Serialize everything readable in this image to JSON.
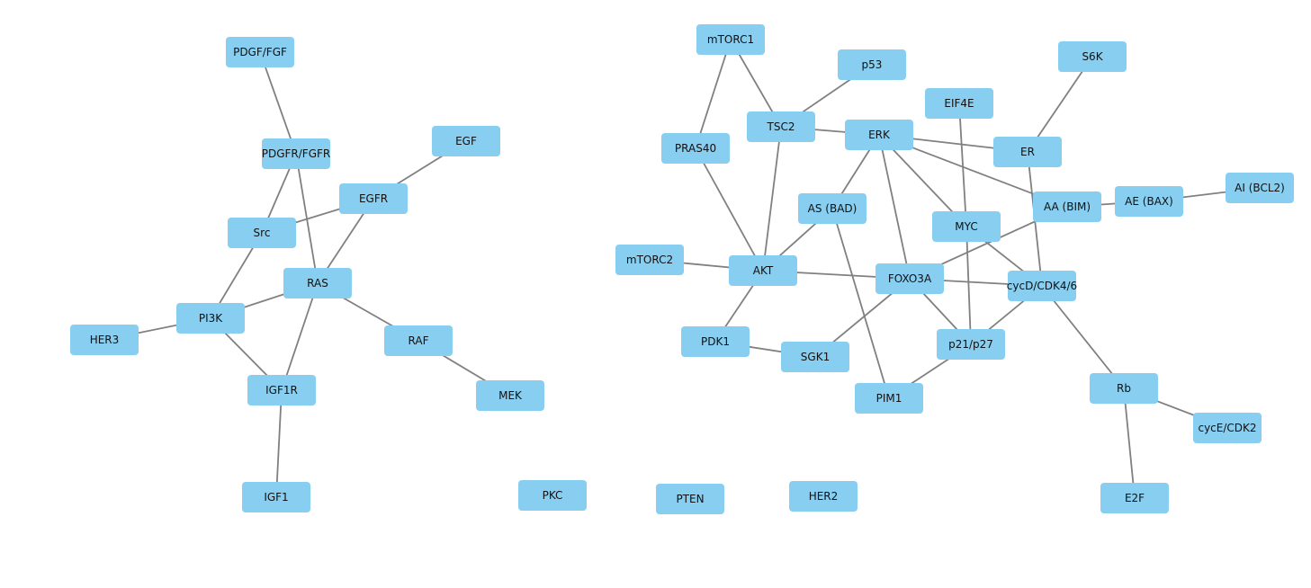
{
  "graph": {
    "node_color": "#87cef0",
    "edge_color": "#808080",
    "nodes": [
      {
        "id": "PDGF/FGF"
      },
      {
        "id": "PDGFR/FGFR"
      },
      {
        "id": "EGF"
      },
      {
        "id": "EGFR"
      },
      {
        "id": "Src"
      },
      {
        "id": "RAS"
      },
      {
        "id": "PI3K"
      },
      {
        "id": "HER3"
      },
      {
        "id": "RAF"
      },
      {
        "id": "MEK"
      },
      {
        "id": "IGF1R"
      },
      {
        "id": "IGF1"
      },
      {
        "id": "PKC"
      },
      {
        "id": "PTEN"
      },
      {
        "id": "HER2"
      },
      {
        "id": "mTORC1"
      },
      {
        "id": "p53"
      },
      {
        "id": "S6K"
      },
      {
        "id": "EIF4E"
      },
      {
        "id": "PRAS40"
      },
      {
        "id": "TSC2"
      },
      {
        "id": "ERK"
      },
      {
        "id": "ER"
      },
      {
        "id": "AS (BAD)"
      },
      {
        "id": "MYC"
      },
      {
        "id": "AA (BIM)"
      },
      {
        "id": "AE (BAX)"
      },
      {
        "id": "AI (BCL2)"
      },
      {
        "id": "mTORC2"
      },
      {
        "id": "AKT"
      },
      {
        "id": "FOXO3A"
      },
      {
        "id": "cycD/CDK4/6"
      },
      {
        "id": "PDK1"
      },
      {
        "id": "SGK1"
      },
      {
        "id": "p21/p27"
      },
      {
        "id": "PIM1"
      },
      {
        "id": "Rb"
      },
      {
        "id": "cycE/CDK2"
      },
      {
        "id": "E2F"
      }
    ],
    "edges": [
      [
        "PDGF/FGF",
        "PDGFR/FGFR"
      ],
      [
        "PDGFR/FGFR",
        "Src"
      ],
      [
        "PDGFR/FGFR",
        "RAS"
      ],
      [
        "EGF",
        "EGFR"
      ],
      [
        "EGFR",
        "Src"
      ],
      [
        "EGFR",
        "RAS"
      ],
      [
        "Src",
        "PI3K"
      ],
      [
        "RAS",
        "PI3K"
      ],
      [
        "RAS",
        "RAF"
      ],
      [
        "RAS",
        "IGF1R"
      ],
      [
        "HER3",
        "PI3K"
      ],
      [
        "PI3K",
        "IGF1R"
      ],
      [
        "RAF",
        "MEK"
      ],
      [
        "IGF1R",
        "IGF1"
      ],
      [
        "mTORC1",
        "PRAS40"
      ],
      [
        "mTORC1",
        "TSC2"
      ],
      [
        "p53",
        "TSC2"
      ],
      [
        "TSC2",
        "ERK"
      ],
      [
        "TSC2",
        "AKT"
      ],
      [
        "PRAS40",
        "AKT"
      ],
      [
        "ERK",
        "ER"
      ],
      [
        "ERK",
        "AA (BIM)"
      ],
      [
        "ERK",
        "AS (BAD)"
      ],
      [
        "ERK",
        "MYC"
      ],
      [
        "ERK",
        "FOXO3A"
      ],
      [
        "S6K",
        "ER"
      ],
      [
        "ER",
        "cycD/CDK4/6"
      ],
      [
        "EIF4E",
        "MYC"
      ],
      [
        "AA (BIM)",
        "AE (BAX)"
      ],
      [
        "AE (BAX)",
        "AI (BCL2)"
      ],
      [
        "AA (BIM)",
        "FOXO3A"
      ],
      [
        "AS (BAD)",
        "AKT"
      ],
      [
        "AS (BAD)",
        "PIM1"
      ],
      [
        "MYC",
        "cycD/CDK4/6"
      ],
      [
        "MYC",
        "p21/p27"
      ],
      [
        "mTORC2",
        "AKT"
      ],
      [
        "AKT",
        "PDK1"
      ],
      [
        "AKT",
        "FOXO3A"
      ],
      [
        "FOXO3A",
        "cycD/CDK4/6"
      ],
      [
        "FOXO3A",
        "p21/p27"
      ],
      [
        "FOXO3A",
        "SGK1"
      ],
      [
        "PDK1",
        "SGK1"
      ],
      [
        "cycD/CDK4/6",
        "p21/p27"
      ],
      [
        "cycD/CDK4/6",
        "Rb"
      ],
      [
        "p21/p27",
        "PIM1"
      ],
      [
        "Rb",
        "cycE/CDK2"
      ],
      [
        "Rb",
        "E2F"
      ]
    ]
  }
}
